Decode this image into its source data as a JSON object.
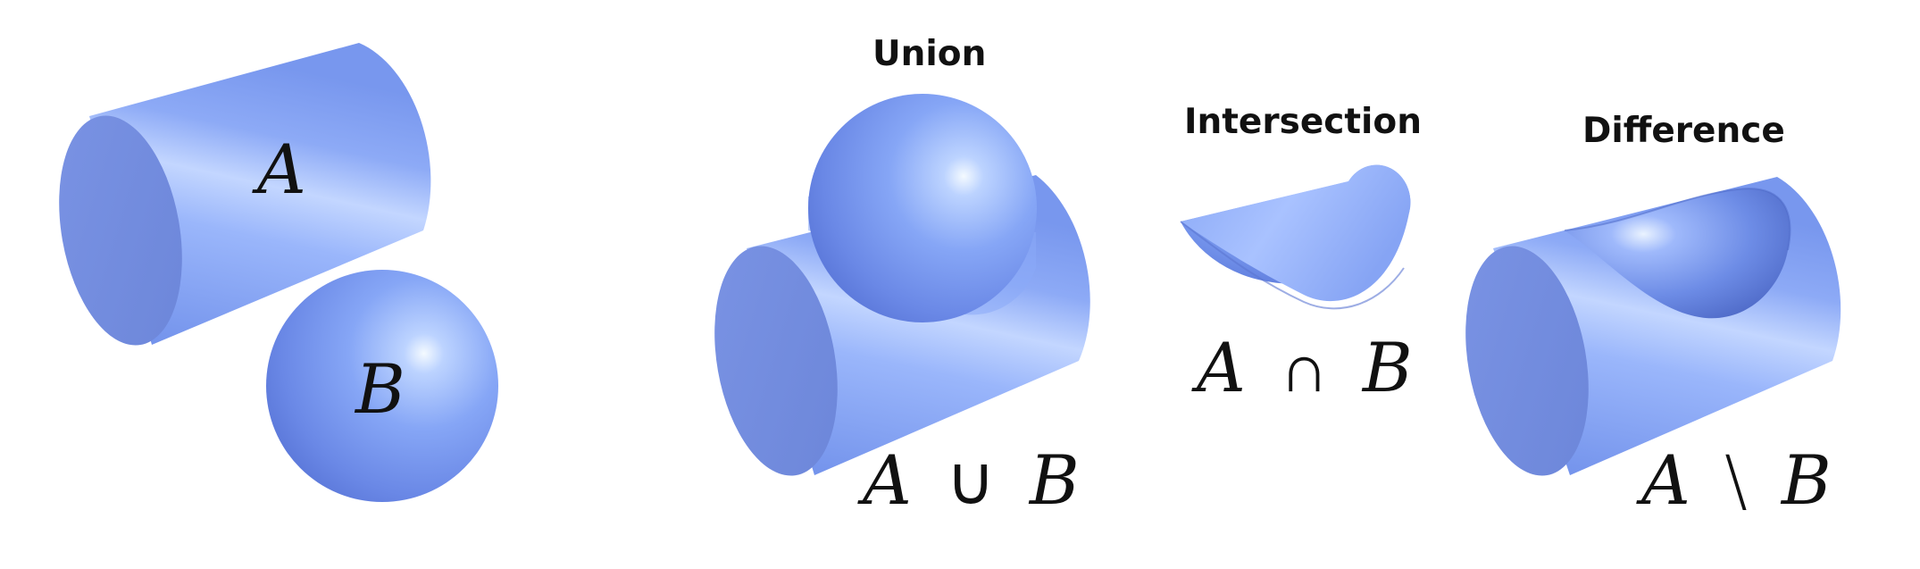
{
  "inputs": {
    "cylinder_label": "A",
    "sphere_label": "B"
  },
  "panels": {
    "union": {
      "title": "Union",
      "expr_left": "A",
      "expr_op": "∪",
      "expr_right": "B"
    },
    "intersection": {
      "title": "Intersection",
      "expr_left": "A",
      "expr_op": "∩",
      "expr_right": "B"
    },
    "difference": {
      "title": "Difference",
      "expr_left": "A",
      "expr_op": "\\",
      "expr_right": "B"
    }
  },
  "colors": {
    "solid_base": "#7b9cf2",
    "solid_light": "#bcd0ff",
    "solid_dark": "#5a74cf",
    "cap_face": "#6f8be0",
    "highlight": "#eef6ff",
    "text": "#111111",
    "background": "#ffffff"
  }
}
